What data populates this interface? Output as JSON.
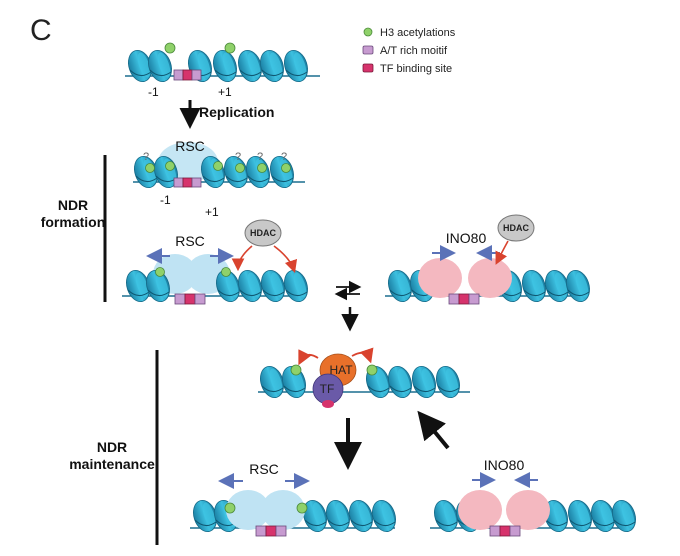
{
  "panel_letter": "C",
  "legend": {
    "acetylation": "H3 acetylations",
    "at_motif": "A/T rich moitif",
    "tf_site": "TF binding site"
  },
  "labels": {
    "minus1_top": "-1",
    "plus1_top": "+1",
    "replication": "Replication",
    "rsc_1": "RSC",
    "minus1_mid": "-1",
    "plus1_mid": "+1",
    "q": "?",
    "rsc_2": "RSC",
    "hdac_1": "HDAC",
    "ino80_1": "INO80",
    "hdac_2": "HDAC",
    "hat": "HAT",
    "tf": "TF",
    "rsc_3": "RSC",
    "ino80_2": "INO80"
  },
  "sections": {
    "formation_line1": "NDR",
    "formation_line2": "formation",
    "maintenance_line1": "NDR",
    "maintenance_line2": "maintenance"
  },
  "colors": {
    "nucleosome": "#2aa7c9",
    "acetylation": "#8fd16a",
    "rsc": "#bfe3f3",
    "ino80": "#f4b8c0",
    "hat": "#e8702a",
    "tf": "#6a5aa8",
    "hdac": "#c8c8c8",
    "at_motif": "#c79bd0",
    "tf_site": "#d6336c",
    "arrow_red": "#d9432e",
    "arrow_blue": "#5b72b8"
  }
}
